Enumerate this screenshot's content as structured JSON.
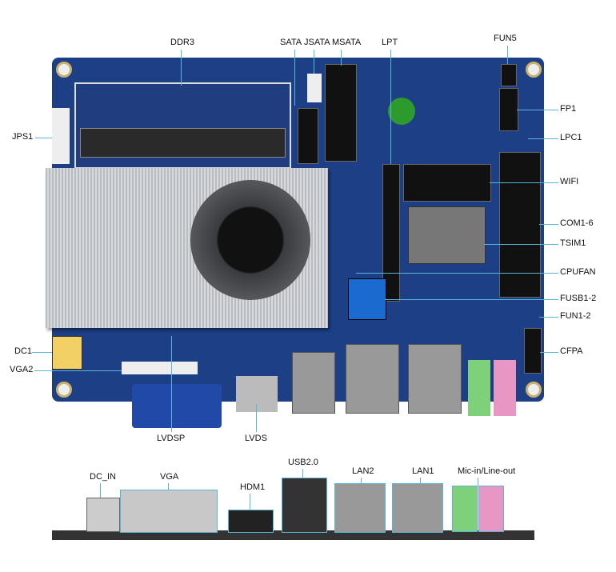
{
  "board_labels": {
    "top": [
      "DDR3",
      "SATA",
      "JSATA",
      "MSATA",
      "LPT",
      "FUN5"
    ],
    "right": [
      "FP1",
      "LPC1",
      "WIFI",
      "COM1-6",
      "TSIM1",
      "CPUFAN",
      "FUSB1-2",
      "FUN1-2",
      "CFPA"
    ],
    "left": [
      "JPS1",
      "DC1",
      "VGA2"
    ],
    "bottom": [
      "LVDSP",
      "LVDS"
    ]
  },
  "io_labels": [
    "DC_IN",
    "VGA",
    "HDM1",
    "USB2.0",
    "LAN2",
    "LAN1",
    "Mic-in/Line-out"
  ],
  "colors": {
    "board": "#1d3f86",
    "leader_line": "#5ab4d6"
  }
}
